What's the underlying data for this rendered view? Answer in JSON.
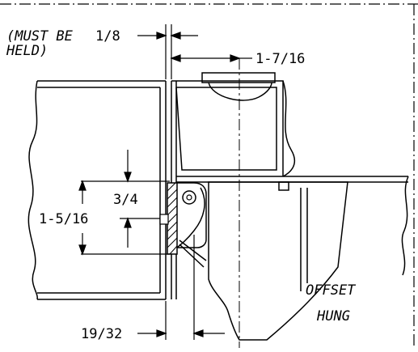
{
  "drawing": {
    "note_must_be_line1": "(MUST BE",
    "note_must_be_line2": "HELD)",
    "dim_top_gap": "1/8",
    "dim_offset_width": "1-7/16",
    "dim_pivot_height": "3/4",
    "dim_overall_height": "1-5/16",
    "dim_bottom_gap": "19/32",
    "caption_line1": "OFFSET",
    "caption_line2": "HUNG"
  }
}
